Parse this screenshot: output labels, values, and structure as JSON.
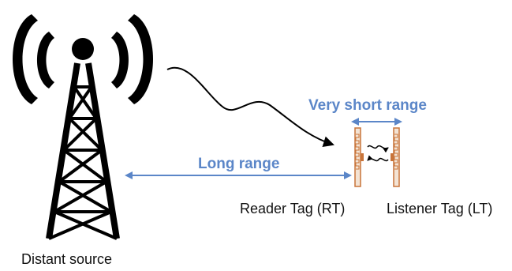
{
  "labels": {
    "long_range": "Long range",
    "very_short_range": "Very short range",
    "reader_tag": "Reader Tag (RT)",
    "listener_tag": "Listener Tag (LT)",
    "distant_source": "Distant source"
  },
  "colors": {
    "range_blue": "#5b86c8",
    "tower_black": "#000000",
    "tag_copper": "#c8743a",
    "text": "#111111"
  },
  "icons": [
    "radio-tower-icon",
    "broadcast-waves-icon",
    "rfid-tag-icon"
  ]
}
